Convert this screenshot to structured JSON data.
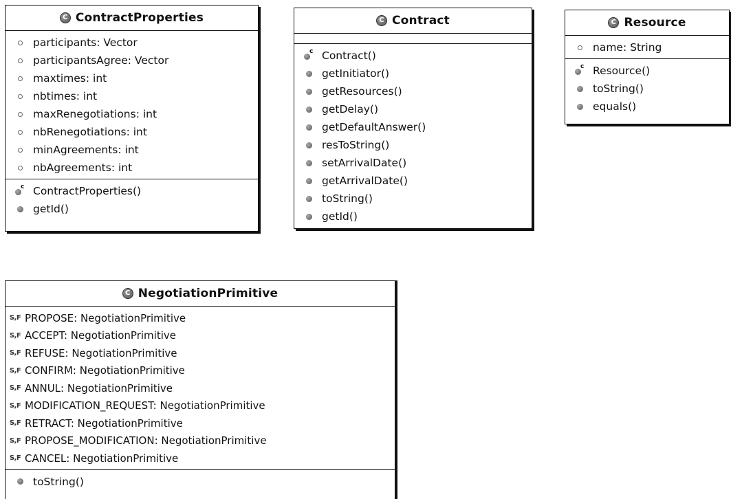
{
  "classes": {
    "contract_properties": {
      "name": "ContractProperties",
      "fields": [
        "participants: Vector",
        "participantsAgree: Vector",
        "maxtimes: int",
        "nbtimes: int",
        "maxRenegotiations: int",
        "nbRenegotiations: int",
        "minAgreements: int",
        "nbAgreements: int"
      ],
      "constructor": "ContractProperties()",
      "methods": [
        "getId()"
      ]
    },
    "contract": {
      "name": "Contract",
      "constructor": "Contract()",
      "methods": [
        "getInitiator()",
        "getResources()",
        "getDelay()",
        "getDefaultAnswer()",
        "resToString()",
        "setArrivalDate()",
        "getArrivalDate()",
        "toString()",
        "getId()"
      ]
    },
    "resource": {
      "name": "Resource",
      "fields": [
        "name: String"
      ],
      "constructor": "Resource()",
      "methods": [
        "toString()",
        "equals()"
      ]
    },
    "negotiation_primitive": {
      "name": "NegotiationPrimitive",
      "static_fields": [
        "PROPOSE: NegotiationPrimitive",
        "ACCEPT: NegotiationPrimitive",
        "REFUSE: NegotiationPrimitive",
        "CONFIRM: NegotiationPrimitive",
        "ANNUL: NegotiationPrimitive",
        "MODIFICATION_REQUEST: NegotiationPrimitive",
        "RETRACT: NegotiationPrimitive",
        "PROPOSE_MODIFICATION: NegotiationPrimitive",
        "CANCEL: NegotiationPrimitive"
      ],
      "methods": [
        "toString()"
      ]
    }
  },
  "icons": {
    "class_icon": "C",
    "static_final_icon": "S,F",
    "constructor_marker": "c"
  }
}
